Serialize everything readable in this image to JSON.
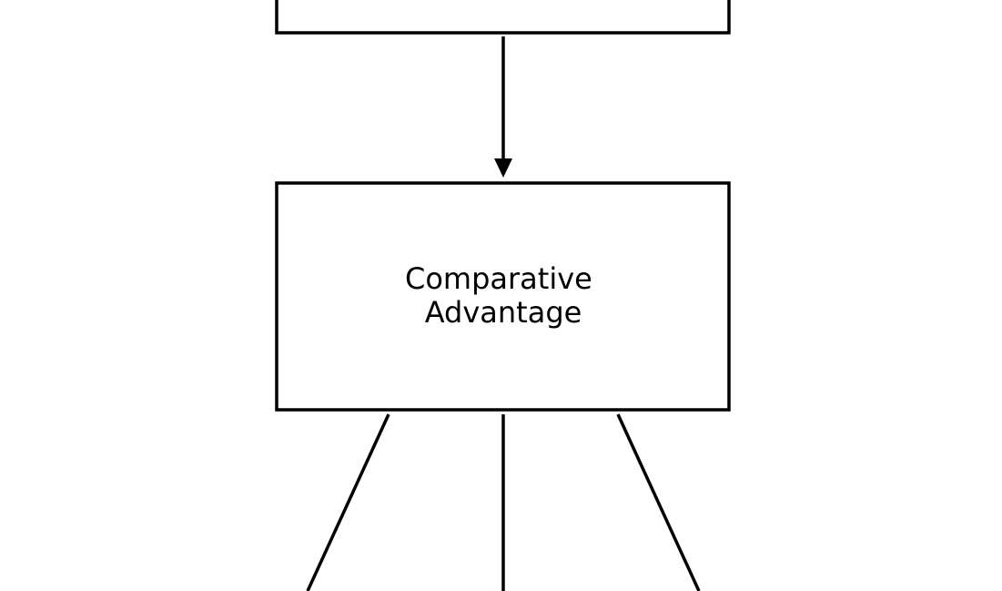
{
  "diagram": {
    "nodes": {
      "top": {
        "label": ""
      },
      "center": {
        "label_lines": [
          "Comparative",
          "Advantage"
        ]
      }
    },
    "edges": [
      {
        "from": "top",
        "to": "center",
        "directed": true
      },
      {
        "from": "center",
        "to": "lower-left",
        "directed": false
      },
      {
        "from": "center",
        "to": "lower-middle",
        "directed": false
      },
      {
        "from": "center",
        "to": "lower-right",
        "directed": false
      }
    ],
    "colors": {
      "stroke": "#000000",
      "background": "#ffffff"
    }
  }
}
